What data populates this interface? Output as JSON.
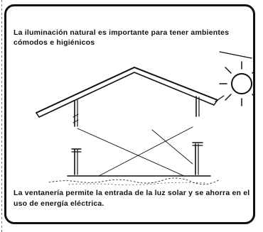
{
  "figure": {
    "caption_top": "La iluminación natural es importante para tener ambientes cómodos e higiénicos",
    "caption_bottom": "La ventanería permite la entrada de la luz solar y se ahorra en el uso de energía eléctrica.",
    "illustration_icons": [
      "sun-icon",
      "house-section-drawing",
      "light-ray-lines"
    ],
    "colors": {
      "ink": "#111111",
      "paper": "#ffffff"
    }
  }
}
